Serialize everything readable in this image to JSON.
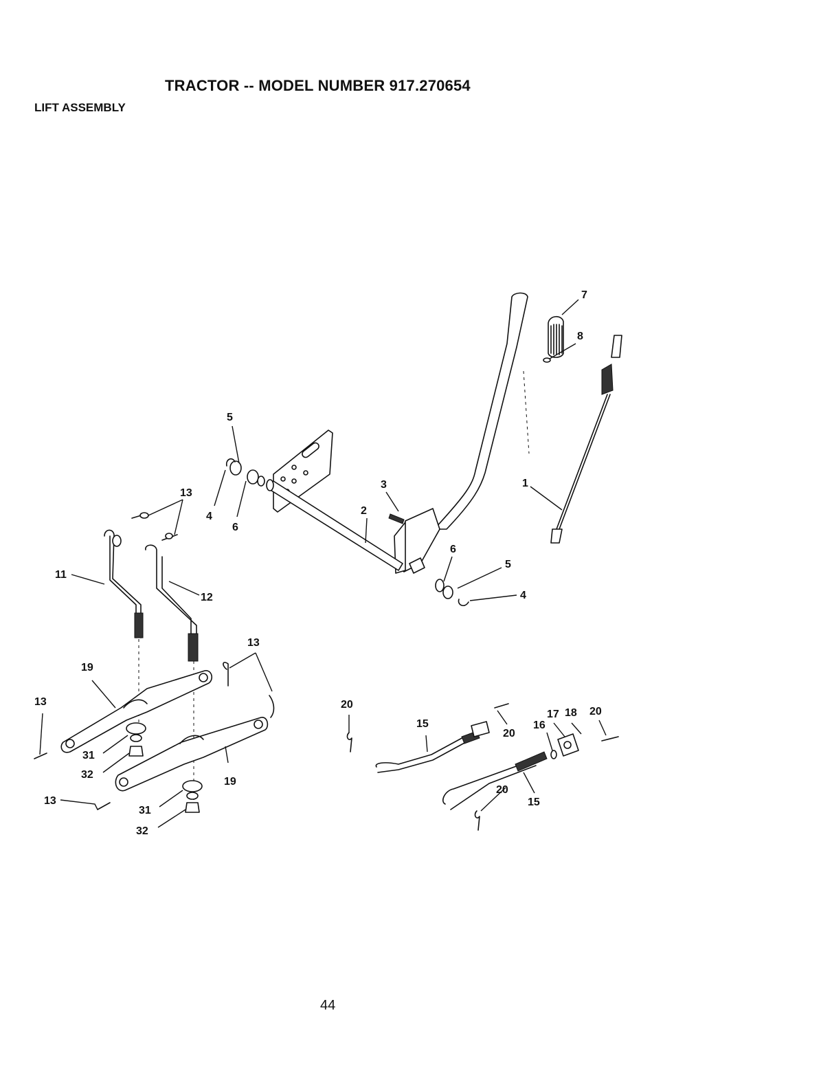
{
  "header": {
    "title": "TRACTOR -- MODEL NUMBER 917.270654",
    "section": "LIFT ASSEMBLY"
  },
  "footer": {
    "page_number": "44"
  },
  "callouts": [
    "1",
    "2",
    "3",
    "4",
    "4",
    "5",
    "5",
    "6",
    "6",
    "7",
    "8",
    "11",
    "12",
    "13",
    "13",
    "13",
    "13",
    "13",
    "15",
    "15",
    "16",
    "17",
    "18",
    "19",
    "19",
    "20",
    "20",
    "20",
    "20",
    "31",
    "31",
    "32",
    "32"
  ]
}
